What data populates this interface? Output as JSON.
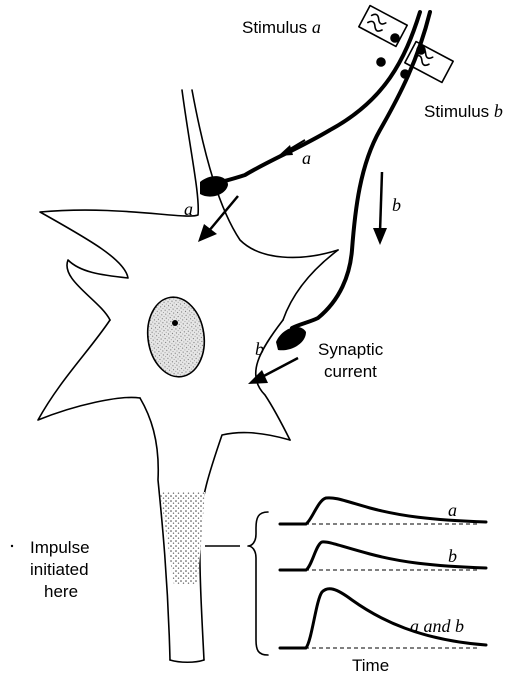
{
  "labels": {
    "stimulus_a_prefix": "Stimulus ",
    "stimulus_a_letter": "a",
    "stimulus_b_prefix": "Stimulus ",
    "stimulus_b_letter": "b",
    "arrow_a_upper": "a",
    "arrow_a_lower": "a",
    "arrow_b_upper": "b",
    "arrow_b_lower": "b",
    "synaptic_line1": "Synaptic",
    "synaptic_line2": "current",
    "impulse_line1": "Impulse",
    "impulse_line2": "initiated",
    "impulse_line3": "here",
    "trace_a": "a",
    "trace_b": "b",
    "trace_ab": "a and b",
    "time_label": "Time"
  }
}
